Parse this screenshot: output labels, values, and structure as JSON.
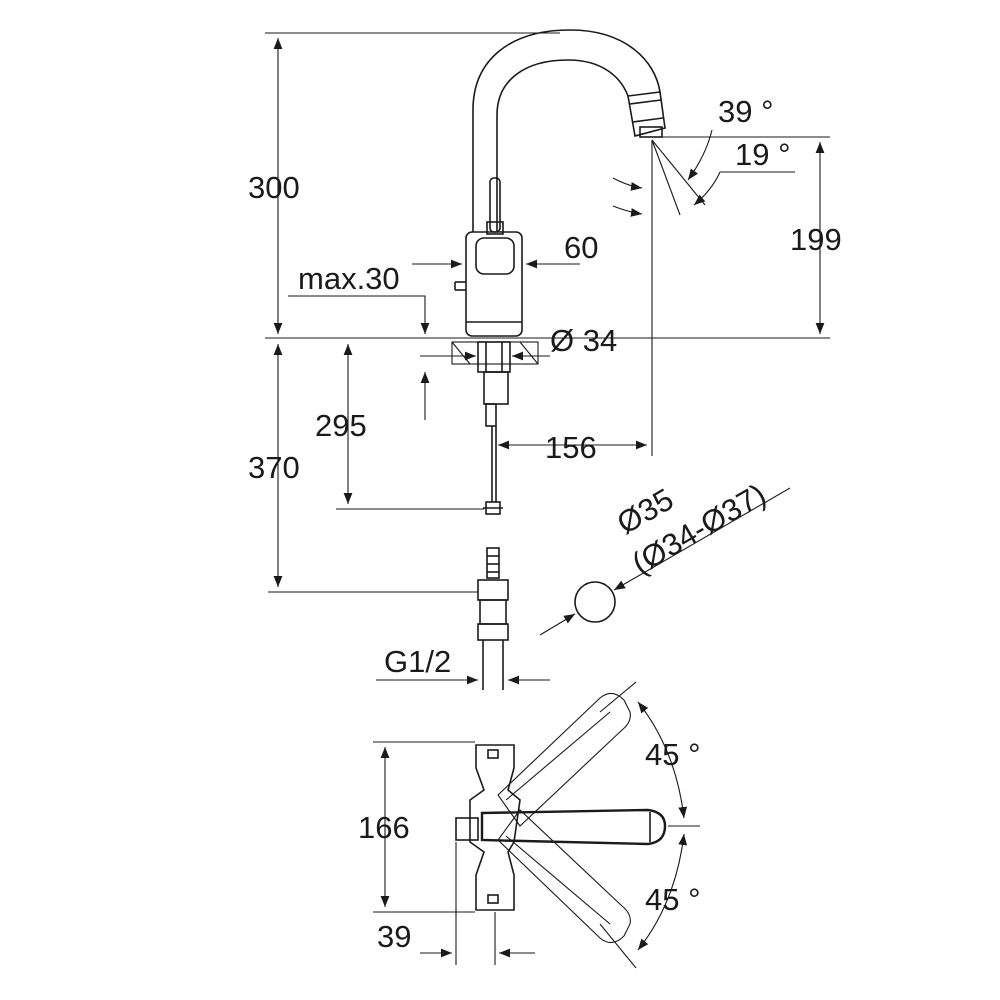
{
  "drawing": {
    "dimensions": {
      "height_total": "300",
      "outlet_height": "199",
      "body_width": "60",
      "max_thickness": "max.30",
      "hole_diameter": "Ø 34",
      "spout_reach": "156",
      "below_295": "295",
      "below_370": "370",
      "connection": "G1/2",
      "hole_35": "Ø35",
      "hole_range": "(Ø34-Ø37)",
      "angle_39": "39 °",
      "angle_19": "19 °",
      "top_166": "166",
      "top_39": "39",
      "swivel_upper": "45 °",
      "swivel_lower": "45 °"
    }
  }
}
